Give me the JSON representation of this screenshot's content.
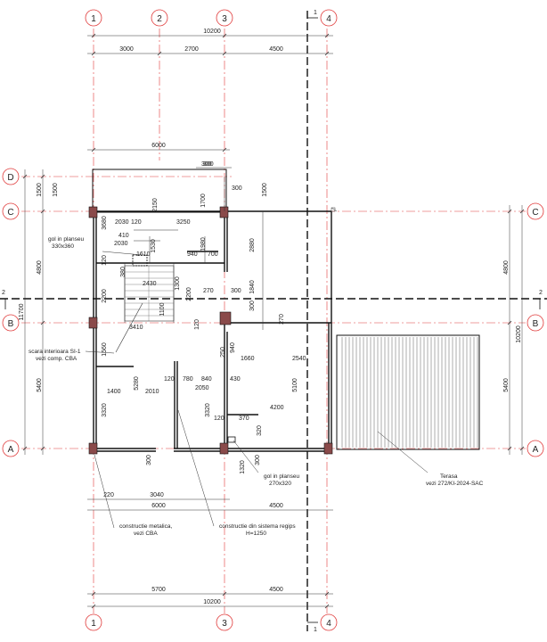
{
  "axes": {
    "vertical": [
      "1",
      "2",
      "3",
      "4"
    ],
    "vertical_bottom": [
      "1",
      "3",
      "4"
    ],
    "horizontal": [
      "D",
      "C",
      "B",
      "A"
    ],
    "section_marks": [
      "1",
      "1",
      "2",
      "2"
    ]
  },
  "dims": {
    "top_total": "10200",
    "top_1_2": "3000",
    "top_2_3": "2700",
    "top_3_4": "4500",
    "upper_6000": "6000",
    "d_300": "300",
    "left_1500": "1500",
    "left_4800": "4800",
    "left_11700": "11700",
    "left_5400": "5400",
    "right_4800": "4800",
    "right_10200": "10200",
    "right_5400": "5400",
    "bottom_5700": "5700",
    "bottom_10200": "10200",
    "bottom_4500": "4500",
    "bottom_6000": "6000",
    "bottom_4500b": "4500",
    "b_220": "220",
    "b_3040": "3040",
    "inner": [
      "1500",
      "2150",
      "1700",
      "300",
      "1500",
      "300",
      "3680",
      "2030",
      "120",
      "3250",
      "2030",
      "410",
      "1530",
      "1980",
      "2880",
      "1610",
      "940",
      "700",
      "120",
      "380",
      "2430",
      "2200",
      "1300",
      "2200",
      "1100",
      "270",
      "300",
      "1840",
      "300",
      "270",
      "3410",
      "940",
      "1660",
      "2540",
      "120",
      "250",
      "1560",
      "120",
      "780",
      "840",
      "430",
      "1400",
      "5280",
      "2010",
      "2050",
      "5100",
      "3320",
      "4200",
      "3320",
      "120",
      "370",
      "320",
      "300",
      "1320",
      "300"
    ]
  },
  "notes": {
    "gol1_a": "gol in planseu",
    "gol1_b": "330x360",
    "scara_a": "scara interioara SI-1",
    "scara_b": "vezi comp. CBA",
    "terasa_a": "Terasa",
    "terasa_b": "vezi 272/KI-2024-SAC",
    "gol2_a": "gol in planseu",
    "gol2_b": "270x320",
    "metal_a": "constructie metalica,",
    "metal_b": "vezi CBA",
    "regips_a": "constructie din sistema regips",
    "regips_b": "H=1250"
  },
  "colors": {
    "grid_line": "#e03a3a",
    "wall": "#111111",
    "column": "#8a4a4a"
  }
}
